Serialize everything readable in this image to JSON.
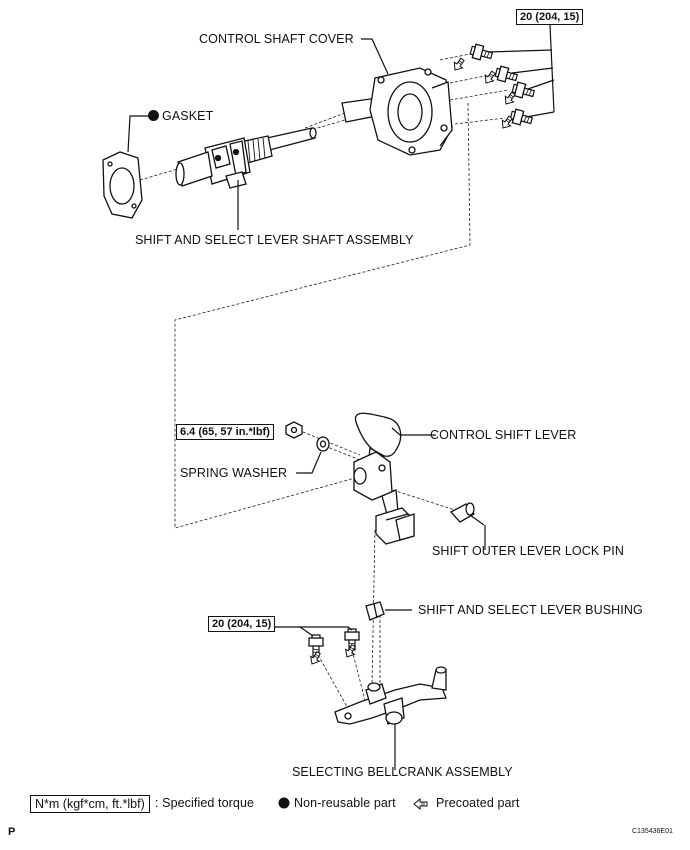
{
  "labels": {
    "control_shaft_cover": "CONTROL SHAFT COVER",
    "gasket": "GASKET",
    "shift_select_shaft": "SHIFT AND SELECT LEVER SHAFT ASSEMBLY",
    "control_shift_lever": "CONTROL SHIFT LEVER",
    "spring_washer": "SPRING WASHER",
    "lock_pin": "SHIFT OUTER LEVER LOCK PIN",
    "bushing": "SHIFT AND SELECT LEVER BUSHING",
    "bellcrank": "SELECTING BELLCRANK ASSEMBLY"
  },
  "torques": {
    "cover_bolts": "20 (204, 15)",
    "lever_nut": "6.4 (65, 57 in.*lbf)",
    "bellcrank_bolts": "20 (204, 15)"
  },
  "legend": {
    "unit_box": "N*m (kgf*cm, ft.*lbf)",
    "specified_torque": ": Specified torque",
    "non_reusable": "Non-reusable part",
    "precoated": "Precoated part"
  },
  "footer": {
    "page_mark": "P",
    "figure_code": "C135436E01"
  },
  "icons": {
    "non_reusable": "filled-circle-icon",
    "precoated": "precoat-arrow-icon"
  }
}
